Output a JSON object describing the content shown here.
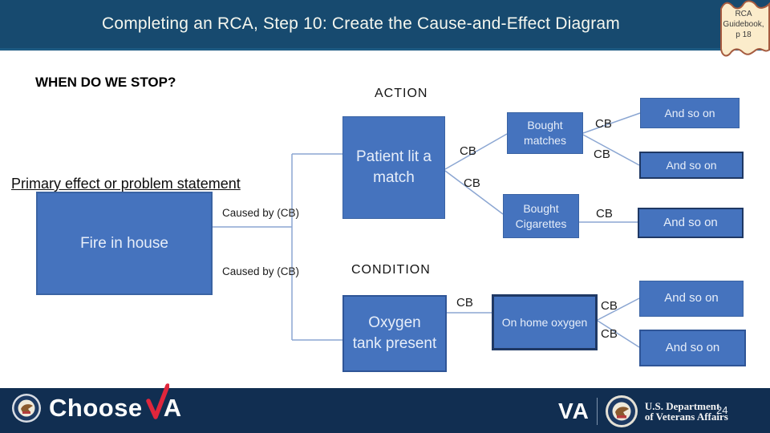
{
  "slide": {
    "title": "Completing an RCA, Step 10: Create the Cause-and-Effect Diagram",
    "question": "WHEN DO WE STOP?",
    "page_number": "24"
  },
  "note": {
    "line1": "RCA",
    "line2": "Guidebook,",
    "line3": "p 18"
  },
  "diagram": {
    "primary_label": "Primary effect or problem statement",
    "section_action": "ACTION",
    "section_condition": "CONDITION",
    "caused_by": "Caused by (CB)",
    "cb": "CB",
    "nodes": {
      "fire": "Fire in house",
      "patient": "Patient lit a match",
      "bought_matches": "Bought matches",
      "bought_cigarettes": "Bought Cigarettes",
      "oxygen_tank": "Oxygen tank present",
      "on_home_oxygen": "On home oxygen",
      "and_so_on": "And so on"
    },
    "colors": {
      "box_fill": "#4573be",
      "box_border": "#3a63a3",
      "box_border_dark": "#1f3864",
      "connector": "#8ba6d2"
    }
  },
  "footer": {
    "choose_text": "Choose",
    "a_text": "A",
    "va_text": "VA",
    "dept_line1": "U.S. Department",
    "dept_line2": "of Veterans Affairs"
  },
  "icons": {
    "red_check": "checkmark-v",
    "va_seal": "round-va-eagle-seal"
  },
  "colors": {
    "header_navy": "#174a6f",
    "footer_navy": "#112e51",
    "brand_red": "#e0263c",
    "note_fill": "#fbeccb",
    "note_border": "#a65b3f"
  }
}
